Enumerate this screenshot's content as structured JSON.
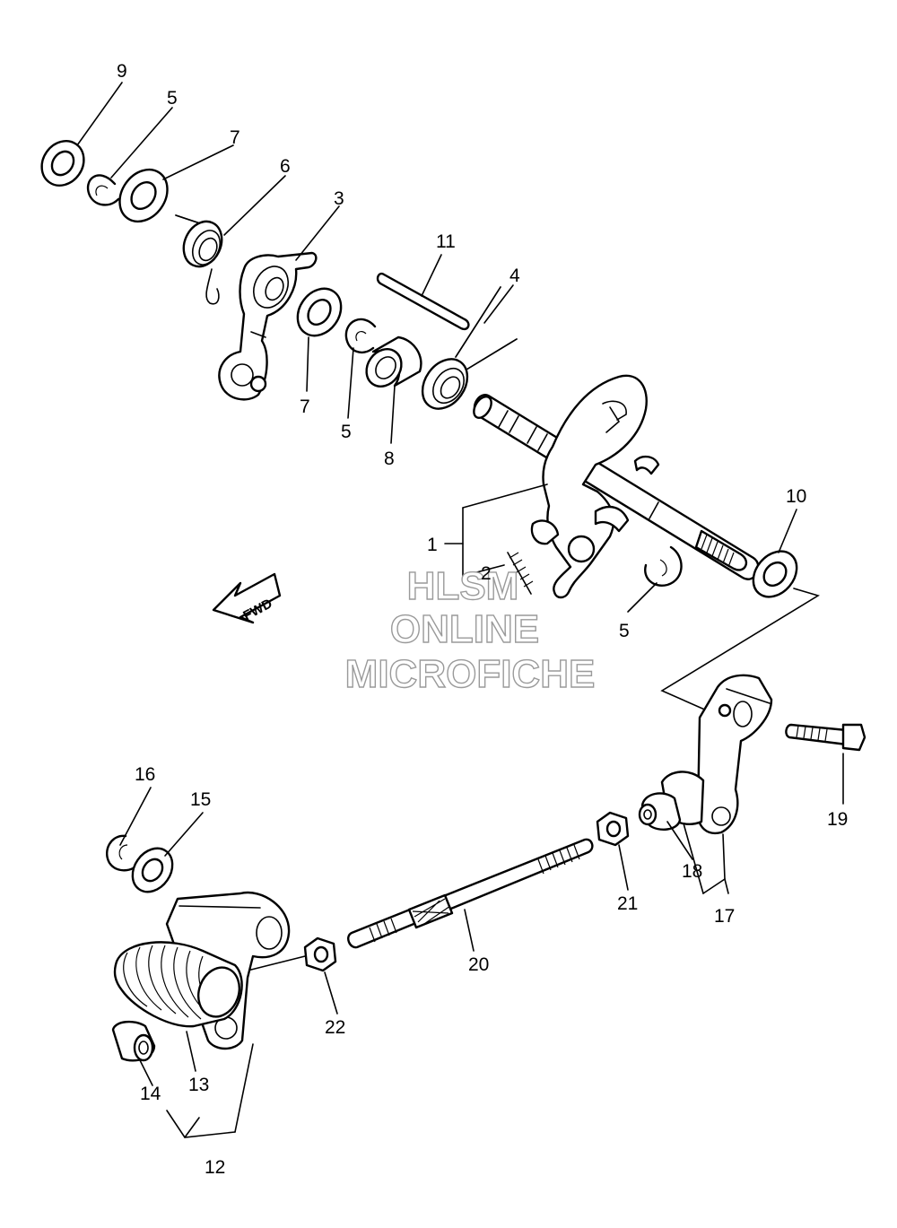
{
  "callouts": {
    "c9": "9",
    "c5a": "5",
    "c7a": "7",
    "c6": "6",
    "c3": "3",
    "c11": "11",
    "c4": "4",
    "c7b": "7",
    "c5b": "5",
    "c8": "8",
    "c10": "10",
    "c1": "1",
    "c2": "2",
    "c5c": "5",
    "c16": "16",
    "c15": "15",
    "c19": "19",
    "c18": "18",
    "c17": "17",
    "c21": "21",
    "c20": "20",
    "c22": "22",
    "c14": "14",
    "c13": "13",
    "c12": "12"
  },
  "direction_arrow": {
    "label": "FWD",
    "icon": "arrow-left-icon"
  },
  "watermark": {
    "line1": "HLSM",
    "line2": "ONLINE",
    "line3": "MICROFICHE"
  },
  "colors": {
    "ink": "#000000",
    "watermark_outline": "#9a9a9a",
    "background": "#ffffff"
  }
}
